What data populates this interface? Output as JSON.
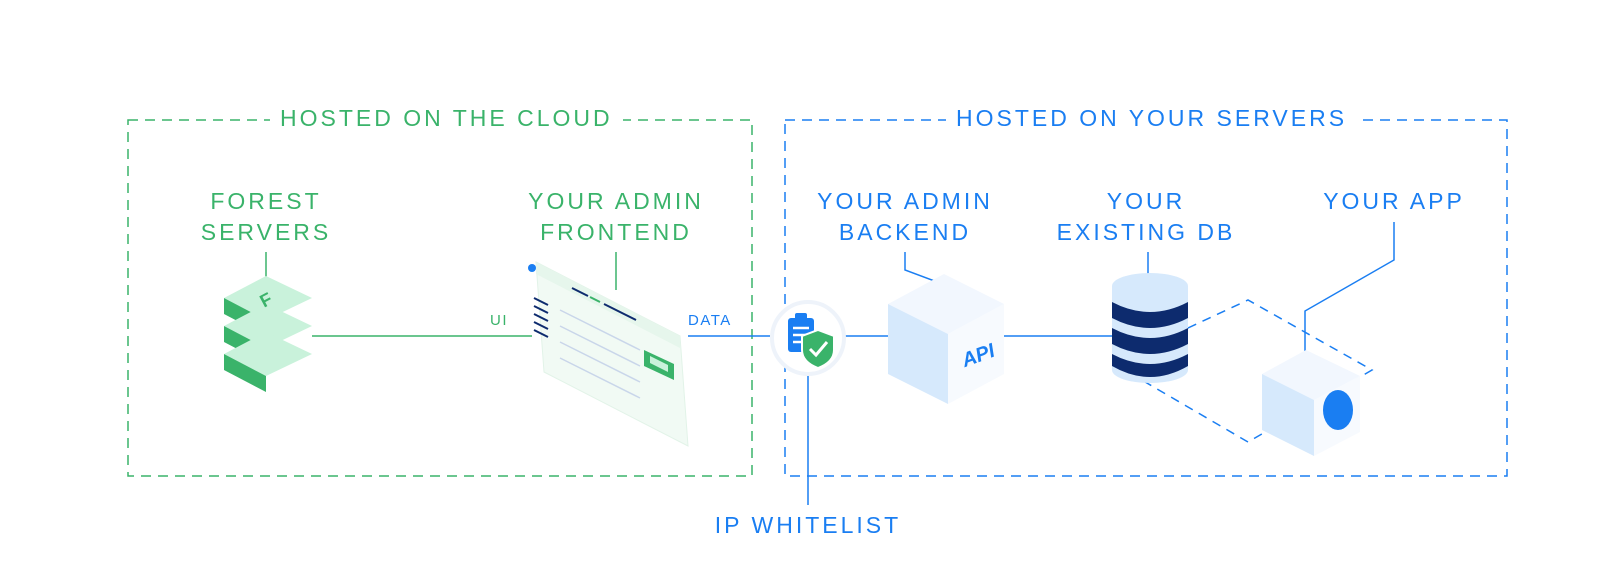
{
  "zones": {
    "cloud": {
      "title": "HOSTED ON THE CLOUD"
    },
    "servers": {
      "title": "HOSTED ON YOUR SERVERS"
    }
  },
  "nodes": {
    "forest_servers": {
      "line1": "FOREST",
      "line2": "SERVERS",
      "icon": "forest-logo-stack-icon"
    },
    "admin_frontend": {
      "line1": "YOUR ADMIN",
      "line2": "FRONTEND",
      "icon": "browser-window-icon"
    },
    "admin_backend": {
      "line1": "YOUR ADMIN",
      "line2": "BACKEND",
      "icon": "api-cube-icon",
      "badge": "API"
    },
    "existing_db": {
      "line1": "YOUR",
      "line2": "EXISTING DB",
      "icon": "database-icon"
    },
    "app": {
      "line1": "YOUR APP",
      "icon": "app-cube-icon"
    }
  },
  "connections": {
    "ui": "UI",
    "data": "DATA"
  },
  "security": {
    "label": "IP WHITELIST",
    "icon": "shield-clipboard-icon"
  },
  "colors": {
    "green": "#3ab36a",
    "blue": "#1a7ef2",
    "navy": "#0d2b6e",
    "light_blue": "#d6e9fc",
    "light_green": "#c9f2db"
  }
}
